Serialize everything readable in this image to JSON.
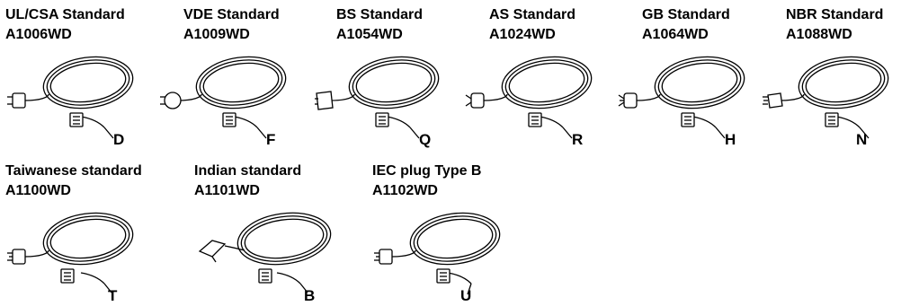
{
  "cords": [
    {
      "standard": "UL/CSA Standard",
      "model": "A1006WD",
      "code": "D",
      "plug": "us-plug-icon"
    },
    {
      "standard": "VDE Standard",
      "model": "A1009WD",
      "code": "F",
      "plug": "schuko-plug-icon"
    },
    {
      "standard": "BS Standard",
      "model": "A1054WD",
      "code": "Q",
      "plug": "uk-plug-icon"
    },
    {
      "standard": "AS Standard",
      "model": "A1024WD",
      "code": "R",
      "plug": "au-plug-icon"
    },
    {
      "standard": "GB Standard",
      "model": "A1064WD",
      "code": "H",
      "plug": "cn-plug-icon"
    },
    {
      "standard": "NBR Standard",
      "model": "A1088WD",
      "code": "N",
      "plug": "br-plug-icon"
    },
    {
      "standard": "Taiwanese standard",
      "model": "A1100WD",
      "code": "T",
      "plug": "tw-plug-icon"
    },
    {
      "standard": "Indian standard",
      "model": "A1101WD",
      "code": "B",
      "plug": "in-plug-icon"
    },
    {
      "standard": "IEC plug Type B",
      "model": "A1102WD",
      "code": "U",
      "plug": "iec-b-plug-icon"
    }
  ]
}
